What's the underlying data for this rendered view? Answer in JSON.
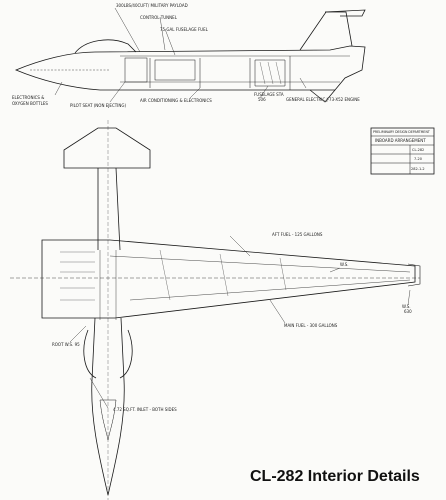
{
  "caption": "CL-282 Interior Details",
  "side_view_labels": {
    "payload": "300LBS/40CUFT/ MILITARY PAYLOAD",
    "control_tunnel": "CONTROL TUNNEL",
    "fuselage_fuel": "75 GAL FUSELAGE FUEL",
    "electronics": "ELECTRONICS &",
    "oxygen": "OXYGEN BOTTLES",
    "pilot_seat": "PILOT SEAT (NON EJECTING)",
    "air_conditioning": "AIR CONDITIONING & ELECTRONICS",
    "fuselage_station": "FUSELAGE STA",
    "station_value": "506",
    "engine": "GENERAL ELECTRIC J-73-X52 ENGINE"
  },
  "title_block": {
    "department": "PRELIMINARY DESIGN DEPARTMENT",
    "title": "INBOARD ARRANGEMENT",
    "model": "CL-282",
    "date": "7-20",
    "drawing_no": "282-1-2"
  },
  "plan_view_labels": {
    "aft_fuel": "AFT FUEL - 125 GALLONS",
    "wing_station": "W.S.",
    "main_fuel": "MAIN FUEL - 300 GALLONS",
    "wing_tip_station": "W.S.",
    "wing_tip_value": "630",
    "inlet": "4.72 SQ.FT. INLET - BOTH SIDES",
    "root": "ROOT W.S. 95"
  }
}
